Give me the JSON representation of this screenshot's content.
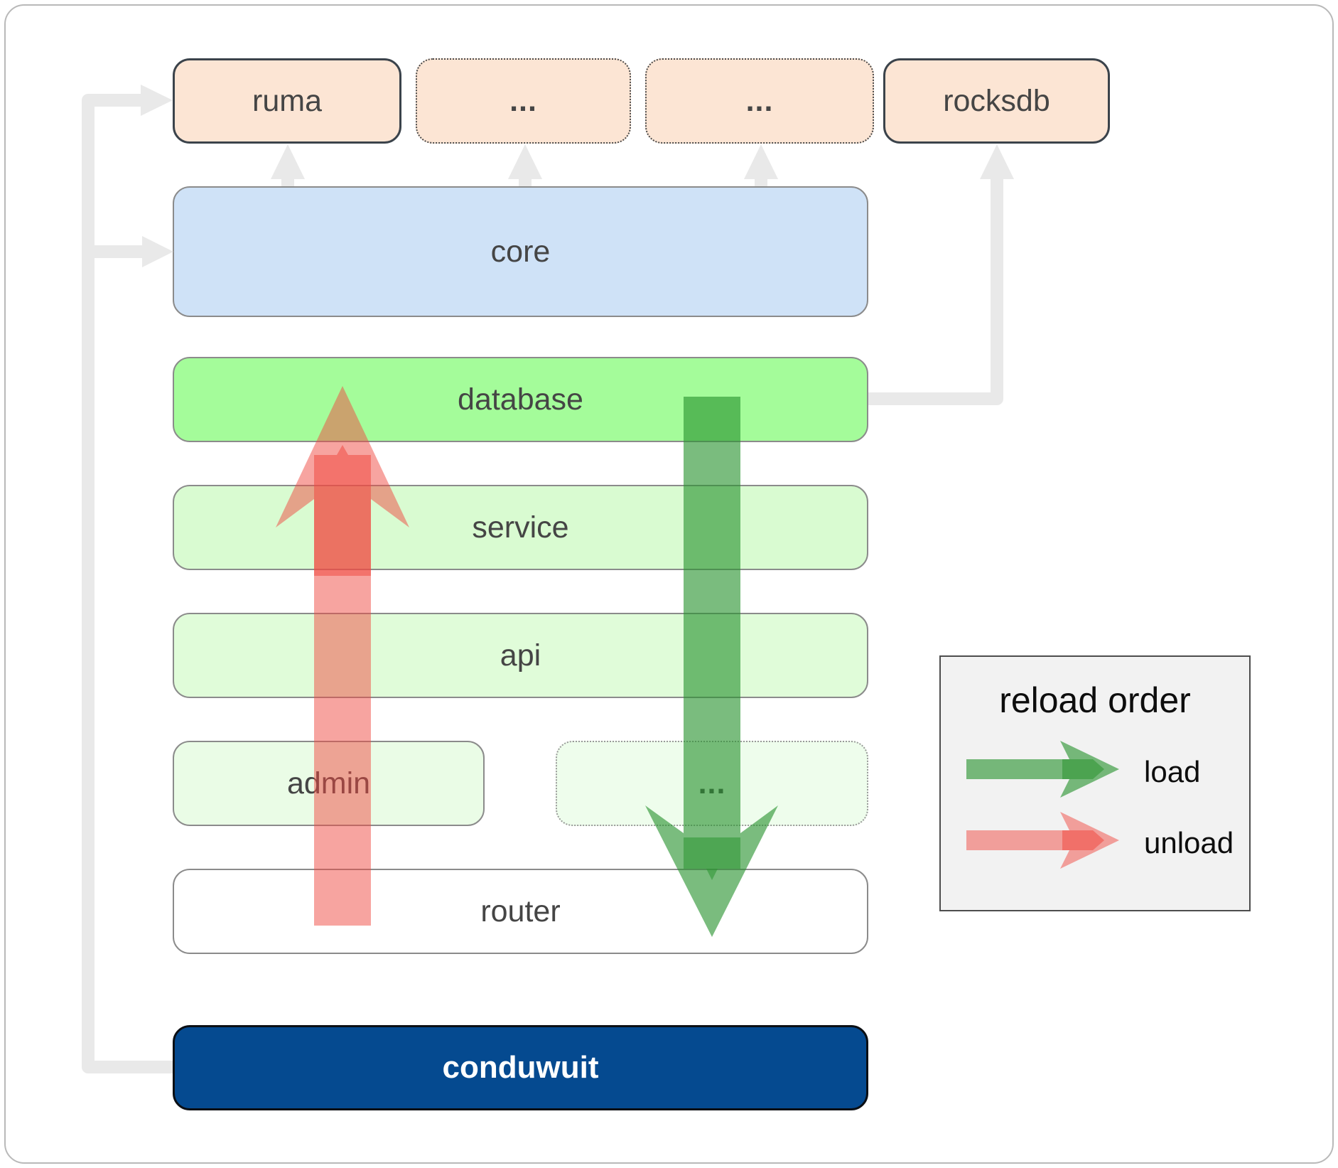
{
  "nodes": {
    "ruma": "ruma",
    "dots_top_1": "...",
    "dots_top_2": "...",
    "rocksdb": "rocksdb",
    "core": "core",
    "database": "database",
    "service": "service",
    "api": "api",
    "admin": "admin",
    "dots_admin": "...",
    "router": "router",
    "conduwuit": "conduwuit"
  },
  "legend": {
    "title": "reload order",
    "load_label": "load",
    "unload_label": "unload"
  },
  "colors": {
    "peach-fill": "#fce5d4",
    "peach-border": "#3b434b",
    "core-fill": "#cfe2f7",
    "gray-border": "#8b8b8b",
    "db-fill": "#a4fc9a",
    "svc-fill": "#d9fbd1",
    "api-fill": "#e0fcd9",
    "admin-fill": "#eafce6",
    "dots-fill": "#eefdec",
    "router-fill": "#ffffff",
    "navy-fill": "#054a90",
    "navy-border": "#0b0f14",
    "label-color": "#454545",
    "conn-gray": "#e9e9e9",
    "load-green": "#29932f",
    "unload-red": "#f04a42",
    "legend-bg": "#f2f2f2",
    "legend-border": "#4d4d4d",
    "frame-border": "#b9b9b9"
  }
}
